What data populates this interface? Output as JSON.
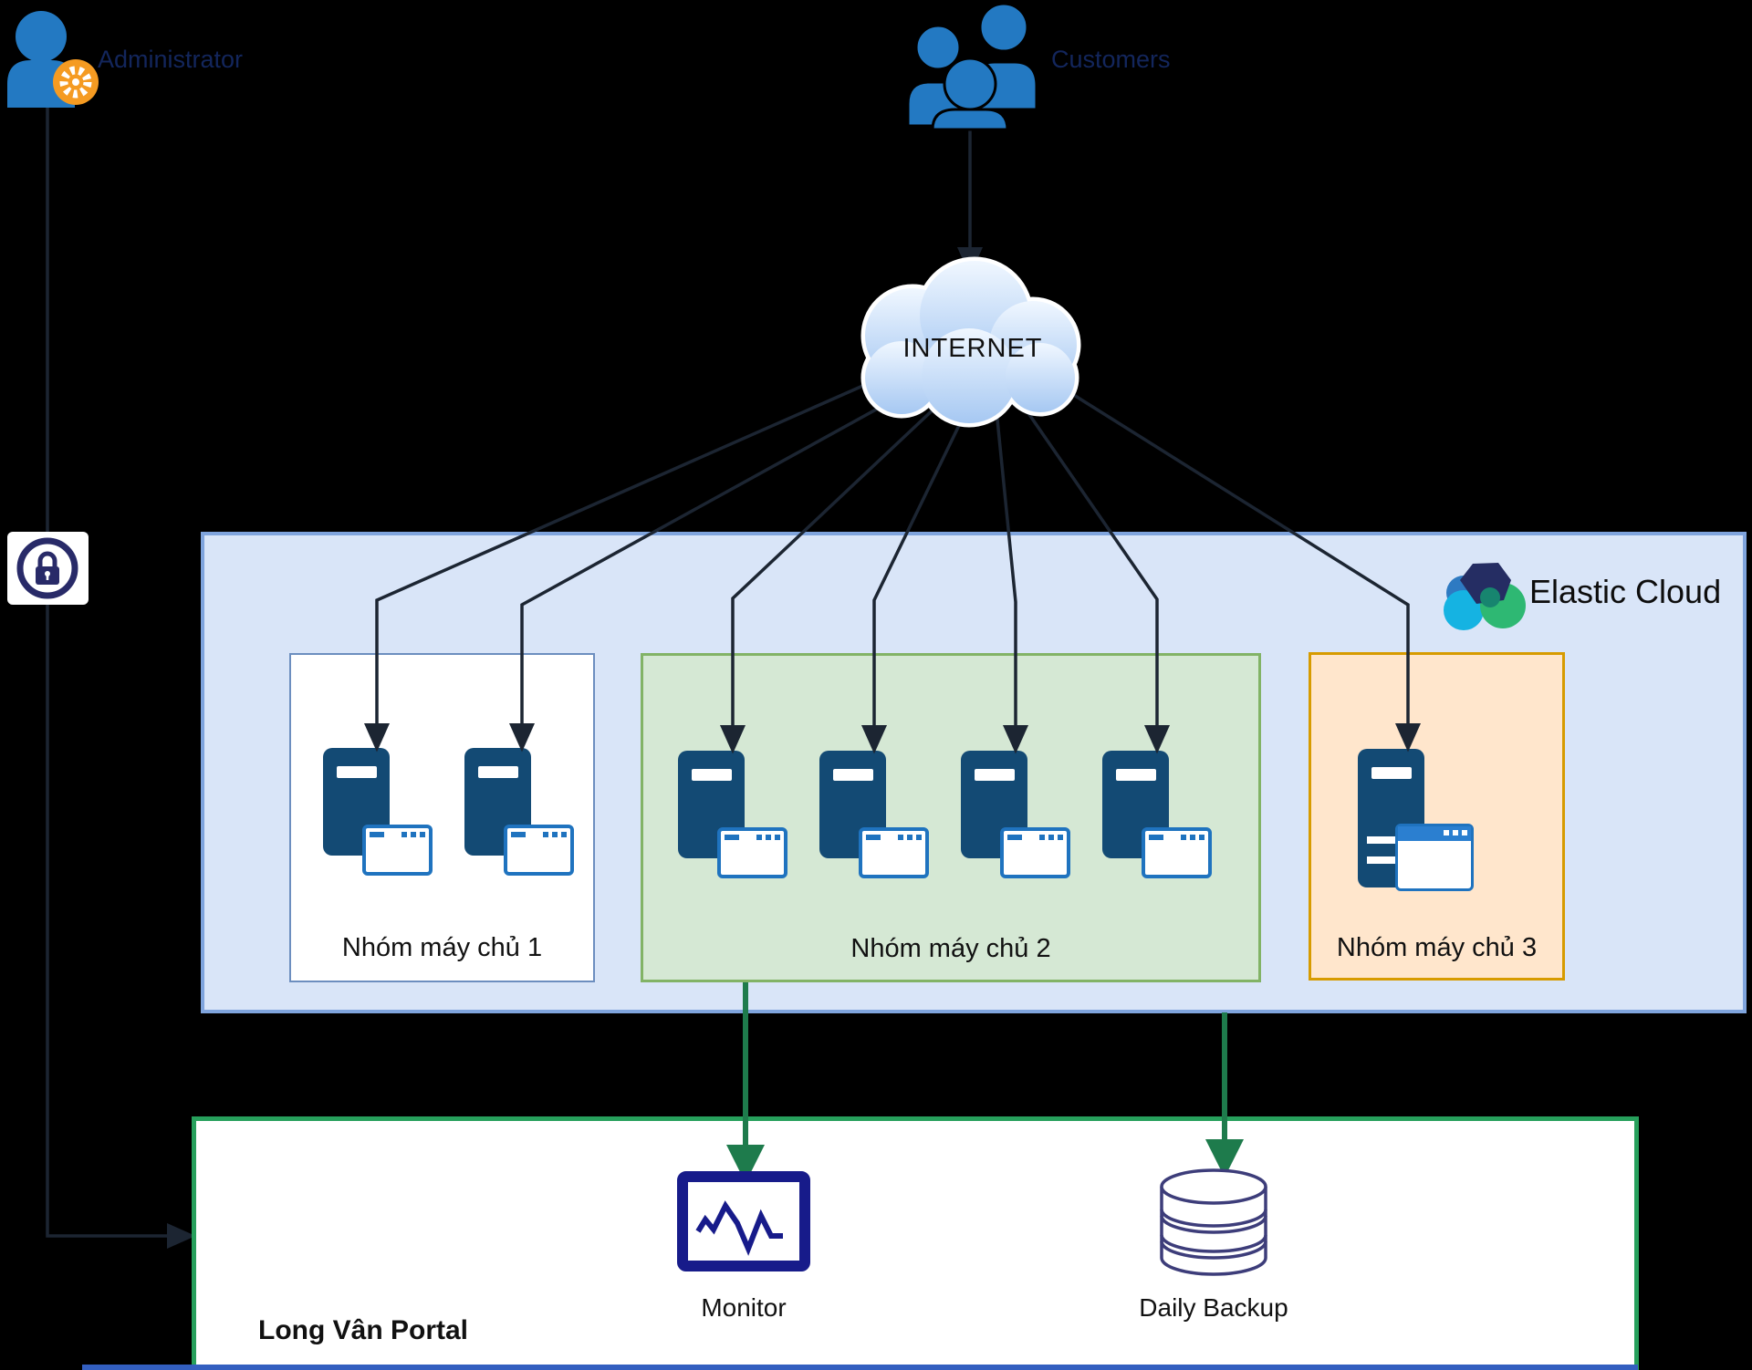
{
  "actors": {
    "administrator": {
      "label": "Administrator"
    },
    "customers": {
      "label": "Customers"
    }
  },
  "internet": {
    "label": "INTERNET"
  },
  "elastic_cloud": {
    "label": "Elastic Cloud"
  },
  "groups": [
    {
      "label": "Nhóm máy chủ 1",
      "servers": 2,
      "theme": "white"
    },
    {
      "label": "Nhóm máy chủ 2",
      "servers": 4,
      "theme": "green"
    },
    {
      "label": "Nhóm máy chủ 3",
      "servers": 1,
      "theme": "orange"
    }
  ],
  "portal": {
    "label": "Long Vân Portal",
    "monitor_label": "Monitor",
    "backup_label": "Daily Backup"
  },
  "colors": {
    "background": "#000000",
    "elastic_box_fill": "#d9e5f8",
    "elastic_box_border": "#7fa4dd",
    "group_green_fill": "#d5e8d4",
    "group_green_border": "#82b366",
    "group_orange_fill": "#ffe6cc",
    "group_orange_border": "#d79b00",
    "group_white_border": "#6c8ebf",
    "portal_border": "#27a05c",
    "server_navy": "#134a74",
    "window_blue": "#1f73bf",
    "monitor_navy": "#171b8a",
    "database_outline": "#3d3d7a",
    "green_arrow": "#1e7b4c",
    "black_arrow": "#1c2532",
    "person_blue": "#2379c2",
    "gear_orange": "#f59b22",
    "lock_navy": "#282a68"
  }
}
